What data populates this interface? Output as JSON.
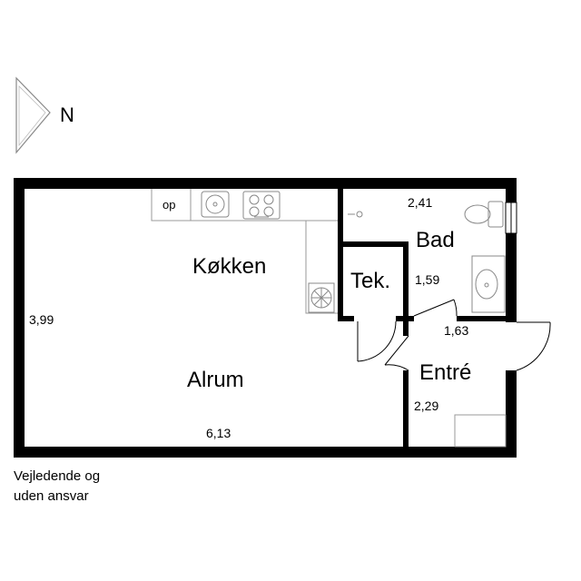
{
  "compass": {
    "label": "N"
  },
  "rooms": {
    "kitchen": "Køkken",
    "living": "Alrum",
    "bath": "Bad",
    "technical": "Tek.",
    "entry": "Entré"
  },
  "kitchen_fixture_label": "op",
  "dimensions": {
    "living_height": "3,99",
    "living_width": "6,13",
    "bath_width": "2,41",
    "bath_height": "1,59",
    "entry_width": "1,63",
    "entry_height": "2,29"
  },
  "disclaimer": {
    "line1": "Vejledende og",
    "line2": "uden ansvar"
  }
}
